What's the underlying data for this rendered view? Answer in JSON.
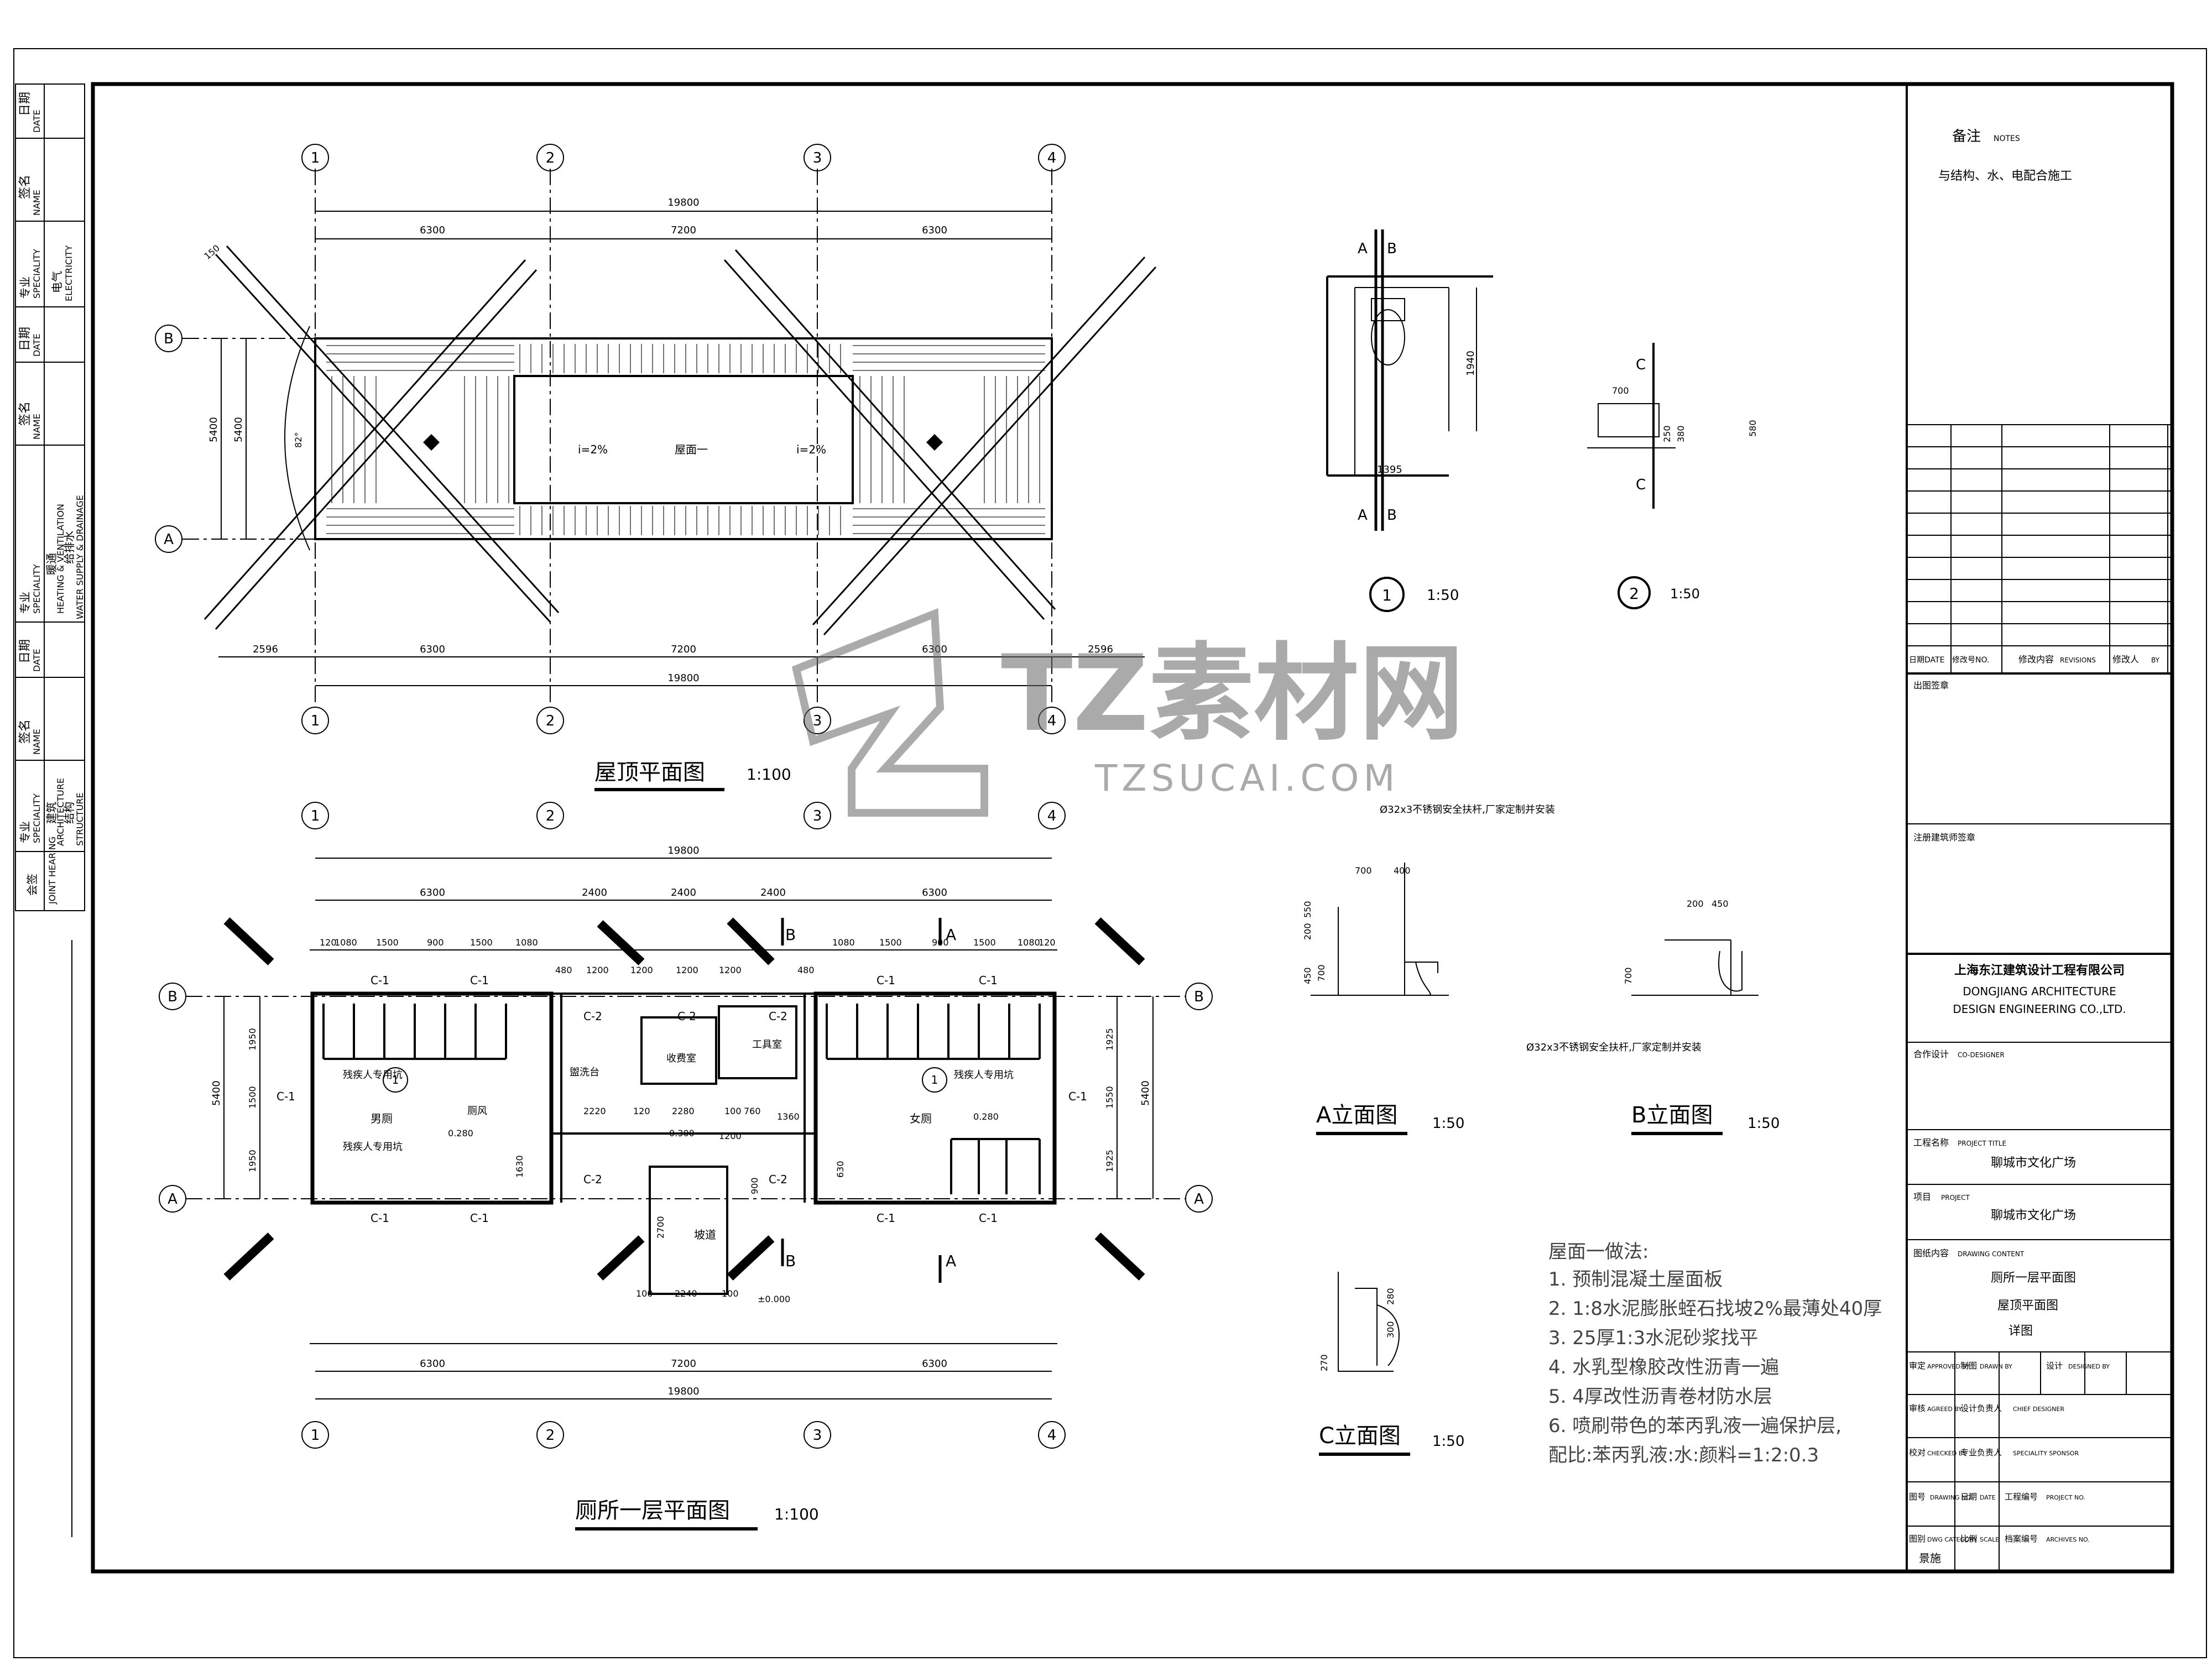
{
  "left_strip": {
    "date": "日期",
    "date_en": "DATE",
    "sign": "签名",
    "sign_en": "NAME",
    "specialty": "专业",
    "specialty_en": "SPECIALITY",
    "electricity": "电气",
    "electricity_en": "ELECTRICITY",
    "hvac": "暖通",
    "hvac_en": "HEATING & VENTILATION",
    "water": "给排水",
    "water_en": "WATER SUPPLY & DRAINAGE",
    "architecture": "建筑",
    "architecture_en": "ARCHITECTURE",
    "structure": "结构",
    "structure_en": "STRUCTURE",
    "joint": "会签",
    "joint_en": "JOINT HEARING"
  },
  "grid": {
    "cols": [
      "1",
      "2",
      "3",
      "4"
    ],
    "rows": [
      "A",
      "B"
    ]
  },
  "roof_plan": {
    "title": "屋顶平面图",
    "scale": "1:100",
    "dim_total": "19800",
    "dim_bays": [
      "6300",
      "7200",
      "6300"
    ],
    "dim_bottom": [
      "2596",
      "6300",
      "7200",
      "6300",
      "2596"
    ],
    "dim_left": [
      "5400",
      "5400"
    ],
    "dim_overhang": "150",
    "angle": "82°",
    "slope_left": "i=2%",
    "slope_right": "i=2%",
    "roof_label": "屋面一"
  },
  "floor_plan": {
    "title": "厕所一层平面图",
    "scale": "1:100",
    "dim_total": "19800",
    "dim_top": [
      "6300",
      "2400",
      "2400",
      "2400",
      "6300"
    ],
    "dim_bottom": [
      "6300",
      "7200",
      "6300"
    ],
    "detail_top": [
      "120",
      "1080",
      "1500",
      "900",
      "1500",
      "1080",
      "480",
      "1200",
      "1200",
      "1200",
      "1200",
      "480",
      "1080",
      "1500",
      "900",
      "1500",
      "1080",
      "120"
    ],
    "dim_left": [
      "1950",
      "1500",
      "1950"
    ],
    "dim_right": [
      "1925",
      "1550",
      "1925"
    ],
    "dim_height": "5400",
    "win_c1": "C-1",
    "win_c2": "C-2",
    "men": "男厕",
    "women": "女厕",
    "disabled": "残疾人专用坑",
    "janitor": "厕风",
    "wash": "盥洗台",
    "cashier": "收费室",
    "tool": "工具室",
    "ramp": "坡道",
    "elev_a": "0.280",
    "elev_b": "0.300",
    "elev_c": "±0.000",
    "dims_mid": [
      "2220",
      "120",
      "2280",
      "100",
      "760",
      "1360",
      "1200"
    ],
    "dims_ramp": [
      "100",
      "2240",
      "100",
      "2700",
      "900",
      "1630",
      "630"
    ],
    "section_a": "A",
    "section_b": "B"
  },
  "details": {
    "d1": "1",
    "d1_scale": "1:50",
    "d1_dims": [
      "1940",
      "1395"
    ],
    "d2": "2",
    "d2_scale": "1:50",
    "d2_dims": [
      "700",
      "250",
      "380",
      "580"
    ],
    "sec_a": "A",
    "sec_b": "B",
    "sec_c": "C",
    "a_title": "A立面图",
    "a_scale": "1:50",
    "b_title": "B立面图",
    "b_scale": "1:50",
    "c_title": "C立面图",
    "c_scale": "1:50",
    "a_dims": [
      "700",
      "400",
      "550",
      "200",
      "450",
      "700"
    ],
    "b_dims": [
      "200",
      "450",
      "700"
    ],
    "c_dims": [
      "280",
      "300",
      "270"
    ],
    "rail_note": "Ø32x3不锈钢安全扶杆,厂家定制并安装"
  },
  "roof_notes": {
    "heading": "屋面一做法:",
    "lines": [
      "1.  预制混凝土屋面板",
      "2.    1:8水泥膨胀蛭石找坡2%最薄处40厚",
      "3.  25厚1:3水泥砂浆找平",
      "4.  水乳型橡胶改性沥青一遍",
      "5.  4厚改性沥青卷材防水层",
      "6.  喷刷带色的苯丙乳液一遍保护层,",
      "    配比:苯丙乳液:水:颜料=1:2:0.3"
    ]
  },
  "watermark": {
    "brand": "TZ素材网",
    "url": "TZSUCAI.COM"
  },
  "title_block": {
    "notes_label": "备注",
    "notes_en": "NOTES",
    "notes_text": "与结构、水、电配合施工",
    "rev_date": "日期DATE",
    "rev_no": "修改号NO.",
    "rev_content": "修改内容",
    "rev_content_en": "REVISIONS",
    "rev_by": "修改人",
    "rev_by_en": "BY",
    "stamp1": "出图签章",
    "stamp2": "注册建筑师签章",
    "company_cn": "上海东江建筑设计工程有限公司",
    "company_en1": "DONGJIANG ARCHITECTURE",
    "company_en2": "DESIGN ENGINEERING CO.,LTD.",
    "codesign": "合作设计",
    "codesign_en": "CO-DESIGNER",
    "project_title_label": "工程名称",
    "project_title_en": "PROJECT TITLE",
    "project_title": "聊城市文化广场",
    "project_label": "项目",
    "project_en": "PROJECT",
    "project": "聊城市文化广场",
    "content_label": "图纸内容",
    "content_en": "DRAWING CONTENT",
    "content_lines": [
      "厕所一层平面图",
      "屋顶平面图",
      "详图"
    ],
    "approved": "审定",
    "approved_en": "APPROVED BY",
    "drawn": "制图",
    "drawn_en": "DRAWN BY",
    "designed": "设计",
    "designed_en": "DESIGNED BY",
    "agreed": "审核",
    "agreed_en": "AGREED BY",
    "chief": "设计负责人",
    "chief_en": "CHIEF DESIGNER",
    "checked": "校对",
    "checked_en": "CHECKED BY",
    "sponsor": "专业负责人",
    "sponsor_en": "SPECIALITY SPONSOR",
    "dwg_no": "图号",
    "dwg_no_en": "DRAWING NO.",
    "date": "日期",
    "date_en": "DATE",
    "proj_no": "工程编号",
    "proj_no_en": "PROJECT NO.",
    "category": "图别",
    "category_en": "DWG CATEGORY",
    "category_val": "景施",
    "scale": "比例",
    "scale_en": "SCALE",
    "archive": "档案编号",
    "archive_en": "ARCHIVES NO."
  }
}
